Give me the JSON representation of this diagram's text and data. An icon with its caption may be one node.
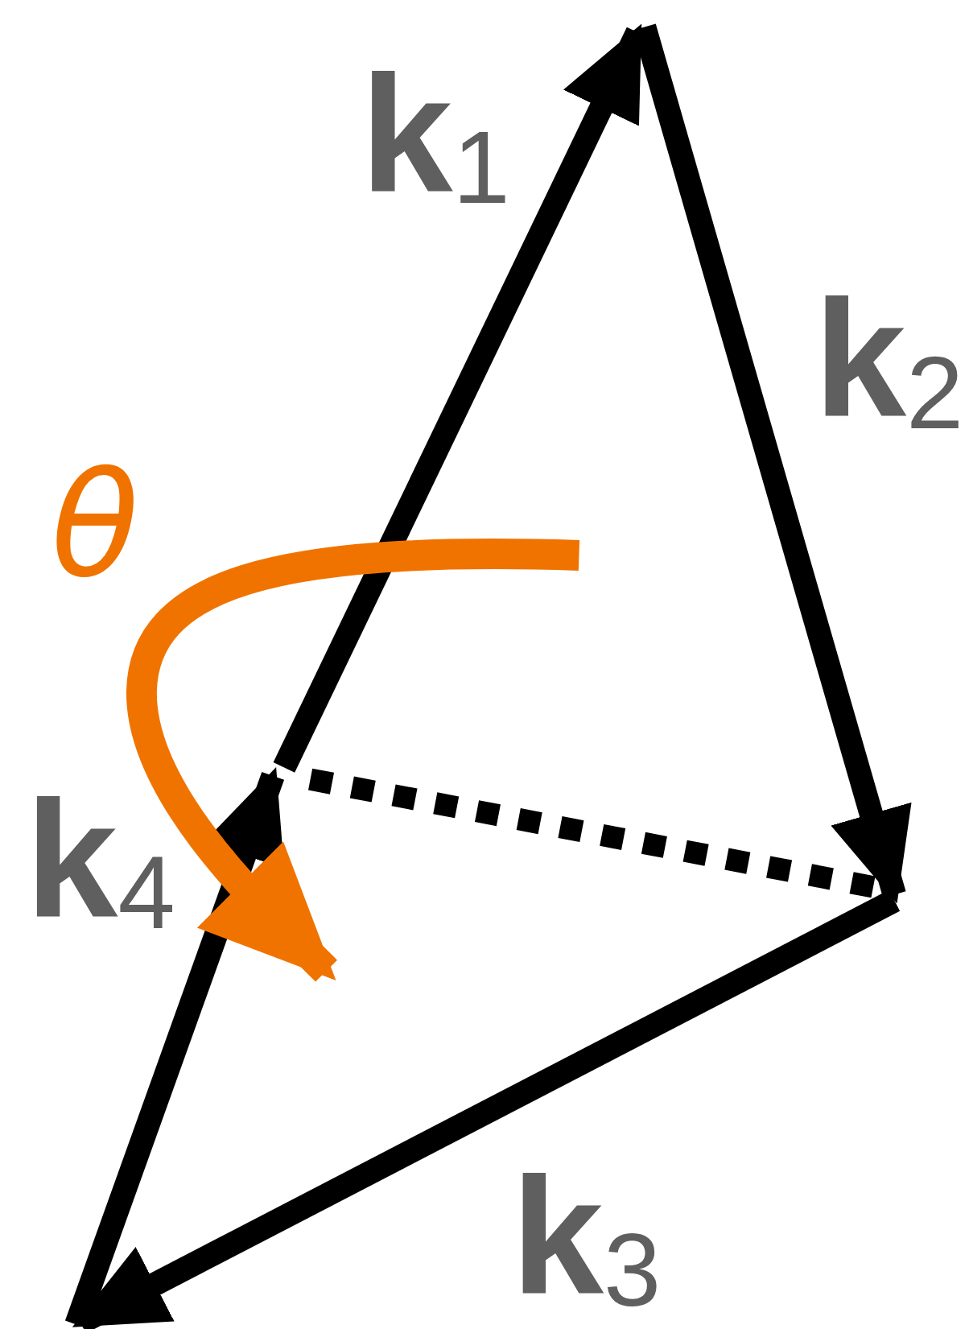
{
  "diagram": {
    "labels": [
      "k$_{1}$",
      "k$_{2}$",
      "θ",
      "k$_{4}$",
      "k$_{3}$"
    ]
  }
}
